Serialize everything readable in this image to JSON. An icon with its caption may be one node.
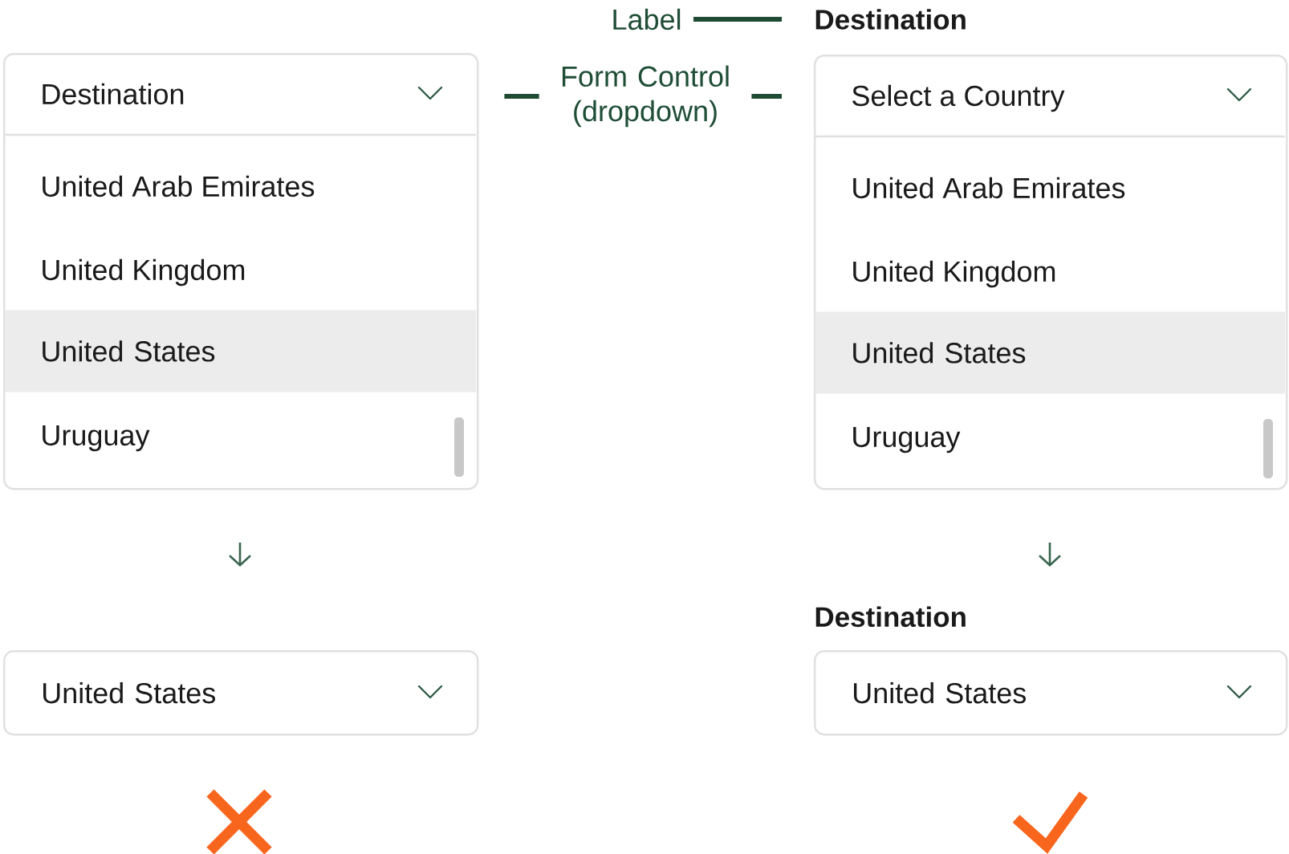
{
  "diagram": {
    "nodes": [
      {
        "text": [
          "Label"
        ]
      },
      {
        "text": [
          "Destination"
        ]
      },
      {
        "text": [
          "Destination",
          "United Arab Emirates",
          "United Kingdom",
          "Uruguay"
        ]
      },
      {
        "text": [
          "United States"
        ],
        "in": 2
      },
      {
        "text": [
          "Form Control (dropdown)"
        ]
      },
      {
        "text": [
          "Select a Country",
          "United Arab Emirates",
          "United Kingdom",
          "Uruguay"
        ]
      },
      {
        "text": [
          "United States"
        ],
        "in": 5
      },
      {
        "text": [
          "United States"
        ]
      },
      {
        "text": [
          "Destination",
          "United States"
        ]
      }
    ],
    "edges": [
      {
        "from": 0,
        "to": 1,
        "arrow": "none"
      },
      {
        "from": 4,
        "to": 2,
        "arrow": "none"
      },
      {
        "from": 4,
        "to": 5,
        "arrow": "none"
      }
    ]
  }
}
